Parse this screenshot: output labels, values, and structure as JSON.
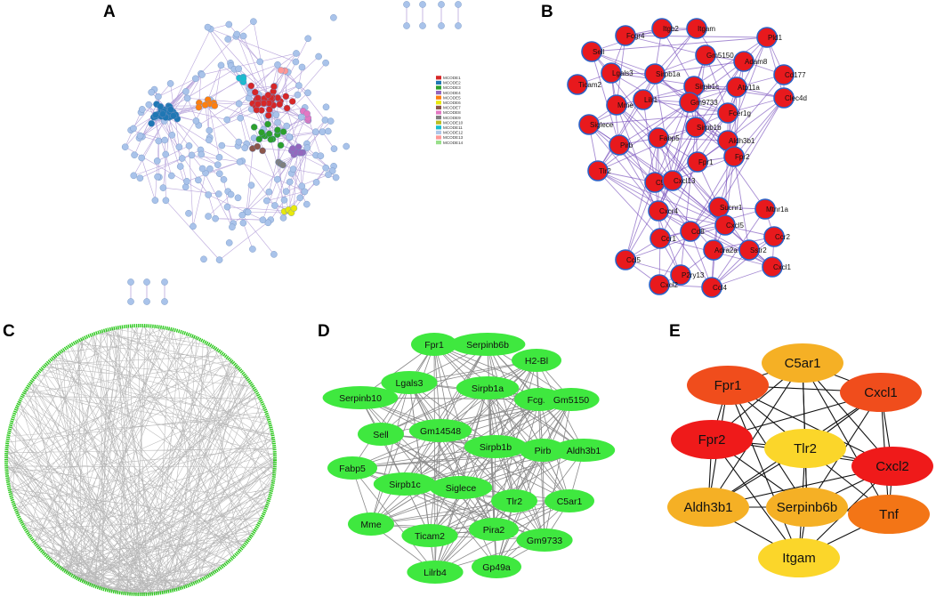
{
  "figure": {
    "panels": [
      {
        "id": "A",
        "label": "A"
      },
      {
        "id": "B",
        "label": "B"
      },
      {
        "id": "C",
        "label": "C"
      },
      {
        "id": "D",
        "label": "D"
      },
      {
        "id": "E",
        "label": "E"
      }
    ]
  },
  "panelA": {
    "legend": [
      {
        "label": "MCODE1",
        "color": "#d62728"
      },
      {
        "label": "MCODE2",
        "color": "#1f77b4"
      },
      {
        "label": "MCODE3",
        "color": "#2ca02c"
      },
      {
        "label": "MCODE4",
        "color": "#9467bd"
      },
      {
        "label": "MCODE5",
        "color": "#ff7f0e"
      },
      {
        "label": "MCODE6",
        "color": "#e8e80c"
      },
      {
        "label": "MCODE7",
        "color": "#8c564b"
      },
      {
        "label": "MCODE8",
        "color": "#e377c2"
      },
      {
        "label": "MCODE9",
        "color": "#7f7f7f"
      },
      {
        "label": "MCODE10",
        "color": "#bcbd22"
      },
      {
        "label": "MCODE11",
        "color": "#17becf"
      },
      {
        "label": "MCODE12",
        "color": "#aec7e8"
      },
      {
        "label": "MCODE13",
        "color": "#ff9896"
      },
      {
        "label": "MCODE14",
        "color": "#98df8a"
      }
    ]
  },
  "panelB": {
    "nodes": [
      "Fcgr4",
      "Itgb2",
      "Itgam",
      "Pld1",
      "Sell",
      "Gm5150",
      "Sirpb1a",
      "Adam8",
      "Lgals3",
      "Cd177",
      "Ticam2",
      "Sirpb1c",
      "Atp11a",
      "Lilr1",
      "Gm9733",
      "Mme",
      "Clec4d",
      "Siglece",
      "Fcer1g",
      "Sirpb1b",
      "Aldh3b1",
      "Fabp5",
      "Pirb",
      "Fpr2",
      "Fpr1",
      "Tlr2",
      "C5ar1",
      "Cxcl13",
      "Mtnr1a",
      "Sucnr1",
      "Cxcr4",
      "Cxcl5",
      "Cd8",
      "Ccr2",
      "Ccr1",
      "Adra2a",
      "Sstr2",
      "Ccl5",
      "Cxcl1",
      "P2ry13",
      "Cxcl2",
      "Ccl4"
    ],
    "node_color": "#e8191d",
    "edge_color": "#6a3fb5"
  },
  "panelC": {
    "node_color": "#2ecc1f",
    "edge_color": "#9a9a9a"
  },
  "panelD": {
    "nodes": [
      "Fpr1",
      "Serpinb6b",
      "H2-Bl",
      "Serpinb10",
      "Lgals3",
      "Sirpb1a",
      "Fcgr4",
      "Gm5150",
      "Sell",
      "Gm14548",
      "Sirpb1b",
      "Pirb",
      "Aldh3b1",
      "Fabp5",
      "Sirpb1c",
      "Siglece",
      "Tlr2",
      "C5ar1",
      "Mme",
      "Ticam2",
      "Pira2",
      "Gm9733",
      "Lilrb4",
      "Gp49a"
    ],
    "node_color": "#3fe83f"
  },
  "panelE": {
    "nodes": [
      {
        "label": "C5ar1",
        "color": "#f5b025"
      },
      {
        "label": "Fpr1",
        "color": "#f04d1c"
      },
      {
        "label": "Cxcl1",
        "color": "#f04d1c"
      },
      {
        "label": "Fpr2",
        "color": "#ef1a1a"
      },
      {
        "label": "Tlr2",
        "color": "#fbd62a"
      },
      {
        "label": "Cxcl2",
        "color": "#ef1a1a"
      },
      {
        "label": "Aldh3b1",
        "color": "#f5b025"
      },
      {
        "label": "Serpinb6b",
        "color": "#f5b025"
      },
      {
        "label": "Tnf",
        "color": "#f37516"
      },
      {
        "label": "Itgam",
        "color": "#fbd62a"
      }
    ]
  }
}
